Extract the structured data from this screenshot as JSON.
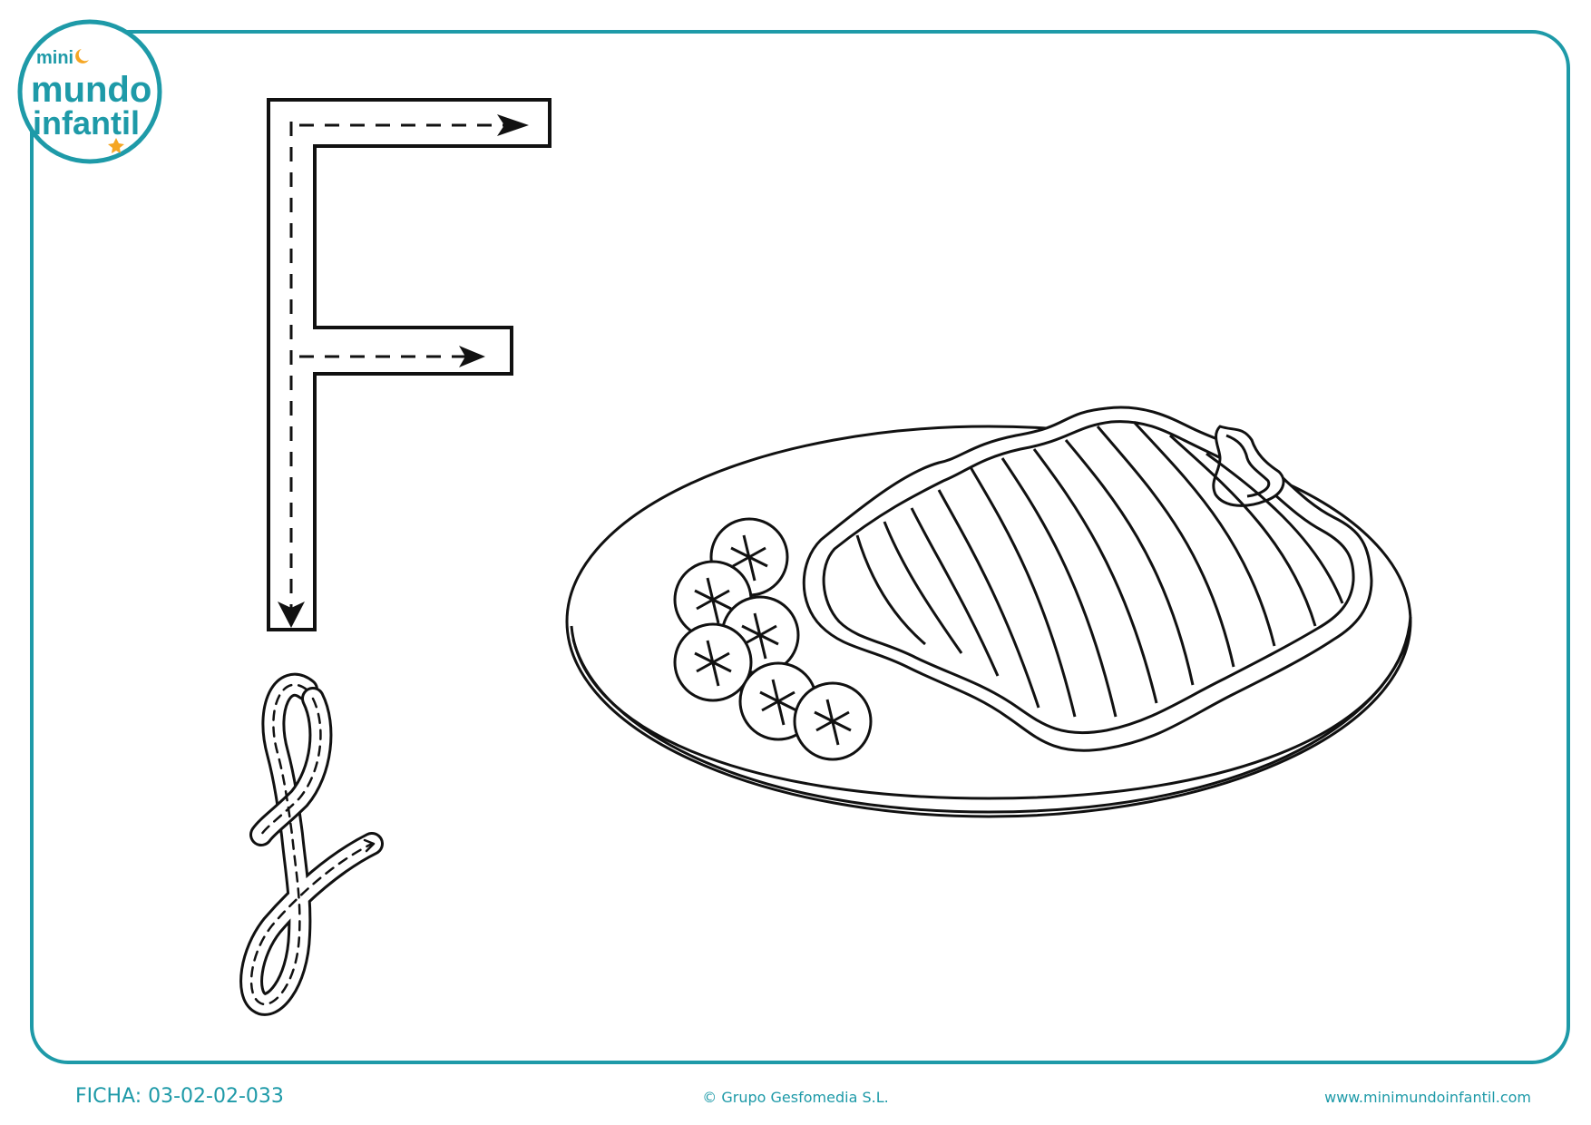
{
  "logo": {
    "line1": "mini",
    "line2": "mundo",
    "line3": "infantil"
  },
  "footer": {
    "ficha": "FICHA: 03-02-02-033",
    "copyright": "© Grupo Gesfomedia S.L.",
    "website": "www.minimundoinfantil.com"
  },
  "colors": {
    "brand": "#1e9aa8",
    "ink": "#111111",
    "moon": "#f5a623"
  },
  "worksheet": {
    "uppercase_letter": "F",
    "lowercase_letter": "f",
    "picture": "filete-plate"
  }
}
